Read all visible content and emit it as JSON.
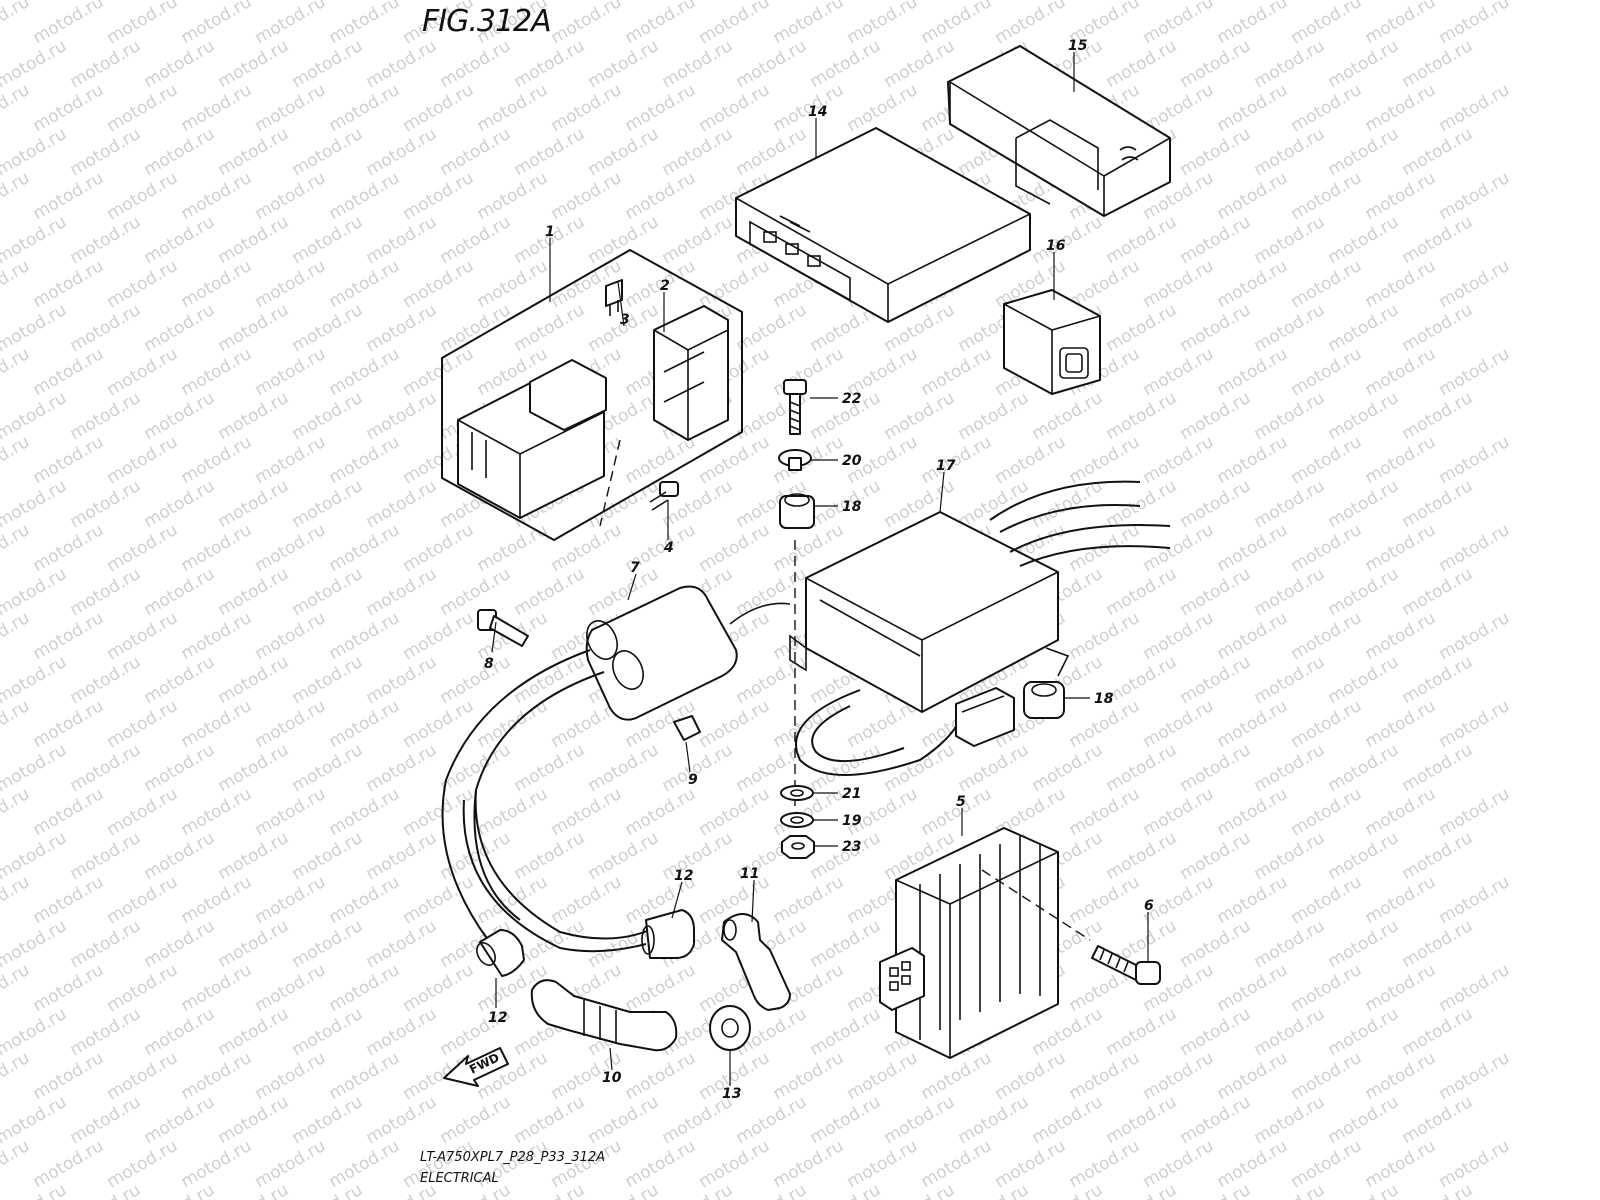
{
  "figure": {
    "title": "FIG.312A",
    "caption_code": "LT-A750XPL7_P28_P33_312A",
    "caption_name": "ELECTRICAL",
    "fwd_label": "FWD",
    "watermark": "motod.ru"
  },
  "callouts": {
    "n1": "1",
    "n2": "2",
    "n3": "3",
    "n4": "4",
    "n5": "5",
    "n6": "6",
    "n7": "7",
    "n8": "8",
    "n9": "9",
    "n10": "10",
    "n11": "11",
    "n12a": "12",
    "n12b": "12",
    "n13": "13",
    "n14": "14",
    "n15": "15",
    "n16": "16",
    "n17": "17",
    "n18a": "18",
    "n18b": "18",
    "n19": "19",
    "n20": "20",
    "n21": "21",
    "n22": "22",
    "n23": "23"
  }
}
